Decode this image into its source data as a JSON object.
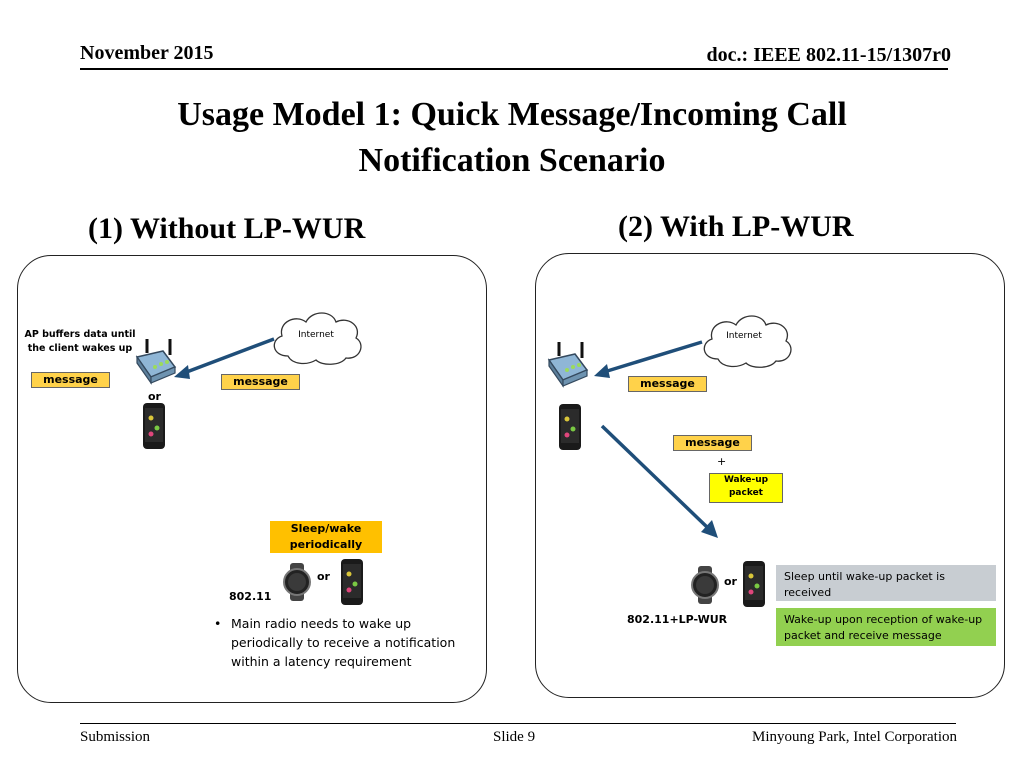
{
  "header": {
    "date": "November 2015",
    "doc": "doc.: IEEE 802.11-15/1307r0"
  },
  "title": {
    "line1": "Usage Model 1: Quick Message/Incoming Call",
    "line2": "Notification Scenario"
  },
  "left": {
    "heading": "(1) Without LP-WUR",
    "ap_note_line1": "AP buffers data until",
    "ap_note_line2": "the client wakes up",
    "buffer_message": "message",
    "or_top": "or",
    "cloud": "Internet",
    "arrow_message": "message",
    "sleep_line1": "Sleep/wake",
    "sleep_line2": "periodically",
    "or_bottom": "or",
    "device_label": "802.11",
    "bullet": "Main radio needs to wake up periodically to receive a notification within a latency requirement",
    "bullet_line1": "Main radio needs to wake up",
    "bullet_line2": "periodically to receive a notification",
    "bullet_line3": "within a latency requirement"
  },
  "right": {
    "heading": "(2) With LP-WUR",
    "cloud": "Internet",
    "arrow_message": "message",
    "down_message": "message",
    "plus": "+",
    "wakeup_line1": "Wake-up",
    "wakeup_line2": "packet",
    "or": "or",
    "device_label": "802.11+LP-WUR",
    "gray_note": "Sleep until wake-up packet is received",
    "green_note": "Wake-up upon reception of wake-up packet and receive message"
  },
  "footer": {
    "left": "Submission",
    "center": "Slide 9",
    "right": "Minyoung Park, Intel Corporation"
  },
  "colors": {
    "message_fill": "#ffd24a",
    "arrow": "#1f4e79",
    "gray_box": "#c8cdd2",
    "green_box": "#92d050"
  }
}
